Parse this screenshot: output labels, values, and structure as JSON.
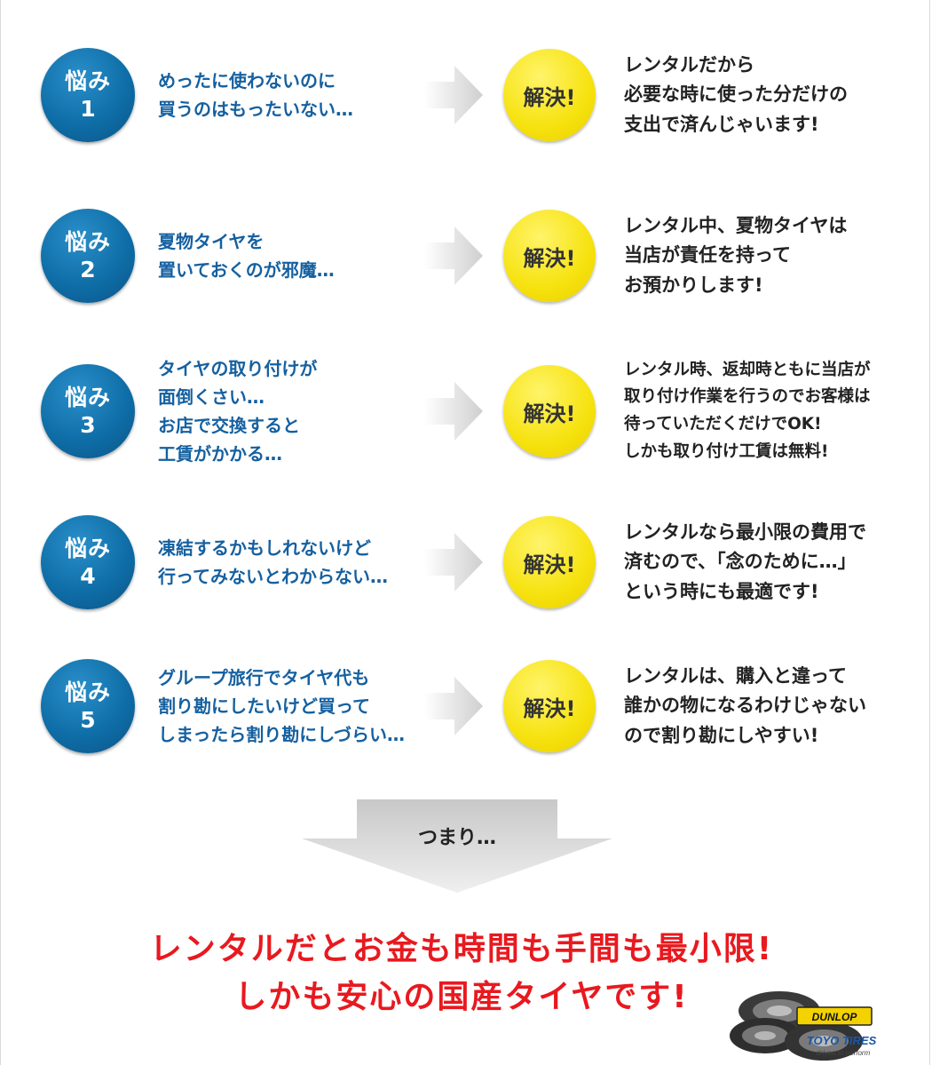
{
  "rows": [
    {
      "worry_label": "悩み",
      "worry_num": "1",
      "worry_lines": [
        "めったに使わないのに",
        "買うのはもったいない…"
      ],
      "solve_label": "解決!",
      "solve_lines": [
        "レンタルだから",
        "必要な時に使った分だけの",
        "支出で済んじゃいます!"
      ]
    },
    {
      "worry_label": "悩み",
      "worry_num": "2",
      "worry_lines": [
        "夏物タイヤを",
        "置いておくのが邪魔…"
      ],
      "solve_label": "解決!",
      "solve_lines": [
        "レンタル中、夏物タイヤは",
        "当店が責任を持って",
        "お預かりします!"
      ]
    },
    {
      "worry_label": "悩み",
      "worry_num": "3",
      "worry_lines": [
        "タイヤの取り付けが",
        "面倒くさい…",
        "お店で交換すると",
        "工賃がかかる…"
      ],
      "solve_label": "解決!",
      "solve_lines": [
        "レンタル時、返却時ともに当店が",
        "取り付け作業を行うのでお客様は",
        "待っていただくだけでOK!",
        "しかも取り付け工賃は無料!"
      ]
    },
    {
      "worry_label": "悩み",
      "worry_num": "4",
      "worry_lines": [
        "凍結するかもしれないけど",
        "行ってみないとわからない…"
      ],
      "solve_label": "解決!",
      "solve_lines": [
        "レンタルなら最小限の費用で",
        "済むので、「念のために…」",
        "という時にも最適です!"
      ]
    },
    {
      "worry_label": "悩み",
      "worry_num": "5",
      "worry_lines": [
        "グループ旅行でタイヤ代も",
        "割り勘にしたいけど買って",
        "しまったら割り勘にしづらい…"
      ],
      "solve_label": "解決!",
      "solve_lines": [
        "レンタルは、購入と違って",
        "誰かの物になるわけじゃない",
        "ので割り勘にしやすい!"
      ]
    }
  ],
  "tsumari": "つまり…",
  "conclusion": [
    "レンタルだとお金も時間も手間も最小限!",
    "しかも安心の国産タイヤです!"
  ],
  "brands": {
    "dunlop": "DUNLOP",
    "toyo": "TOYO TIRES",
    "toyo_tagline": "driven to perform"
  },
  "colors": {
    "worry_blue": "#0f6ea8",
    "worry_text": "#1560a0",
    "solve_yellow": "#f6e20e",
    "conclusion_red": "#e8191f"
  }
}
